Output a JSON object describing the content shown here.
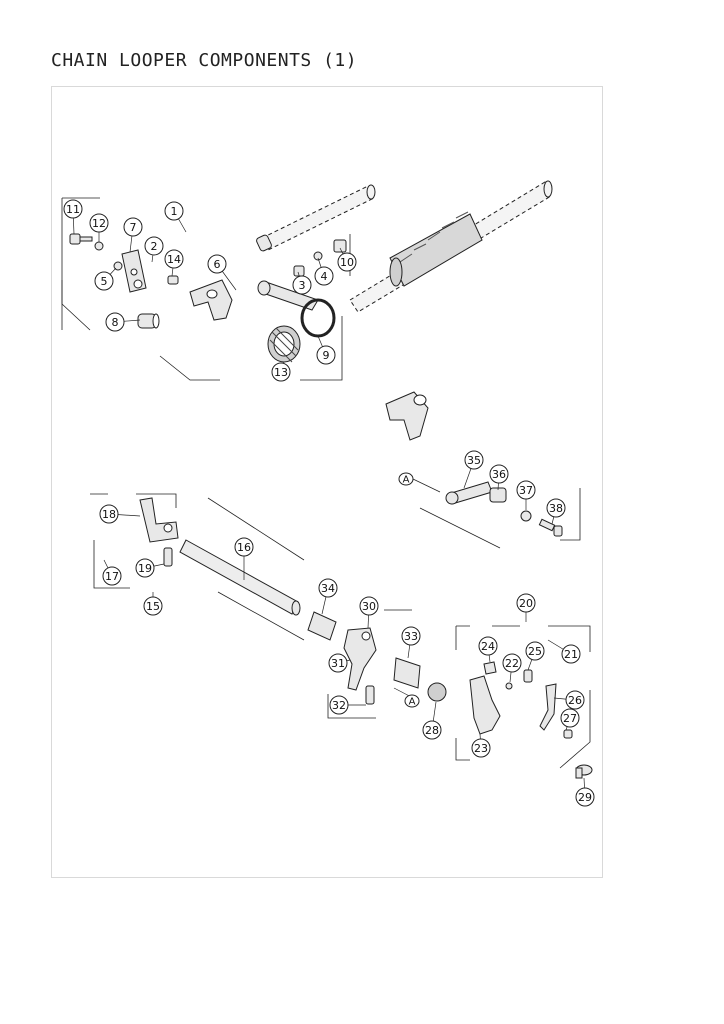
{
  "title": "CHAIN LOOPER COMPONENTS (1)",
  "callouts": [
    "1",
    "2",
    "3",
    "4",
    "5",
    "6",
    "7",
    "8",
    "9",
    "10",
    "11",
    "12",
    "13",
    "14",
    "15",
    "16",
    "17",
    "18",
    "19",
    "20",
    "21",
    "22",
    "23",
    "24",
    "25",
    "26",
    "27",
    "28",
    "29",
    "30",
    "31",
    "32",
    "33",
    "34",
    "35",
    "36",
    "37",
    "38"
  ],
  "reference_letters": [
    "A",
    "A"
  ],
  "colors": {
    "line": "#222222",
    "part_fill": "#e8e8e8",
    "shadow": "#9a9a9a",
    "frame": "#d9d9d9"
  }
}
